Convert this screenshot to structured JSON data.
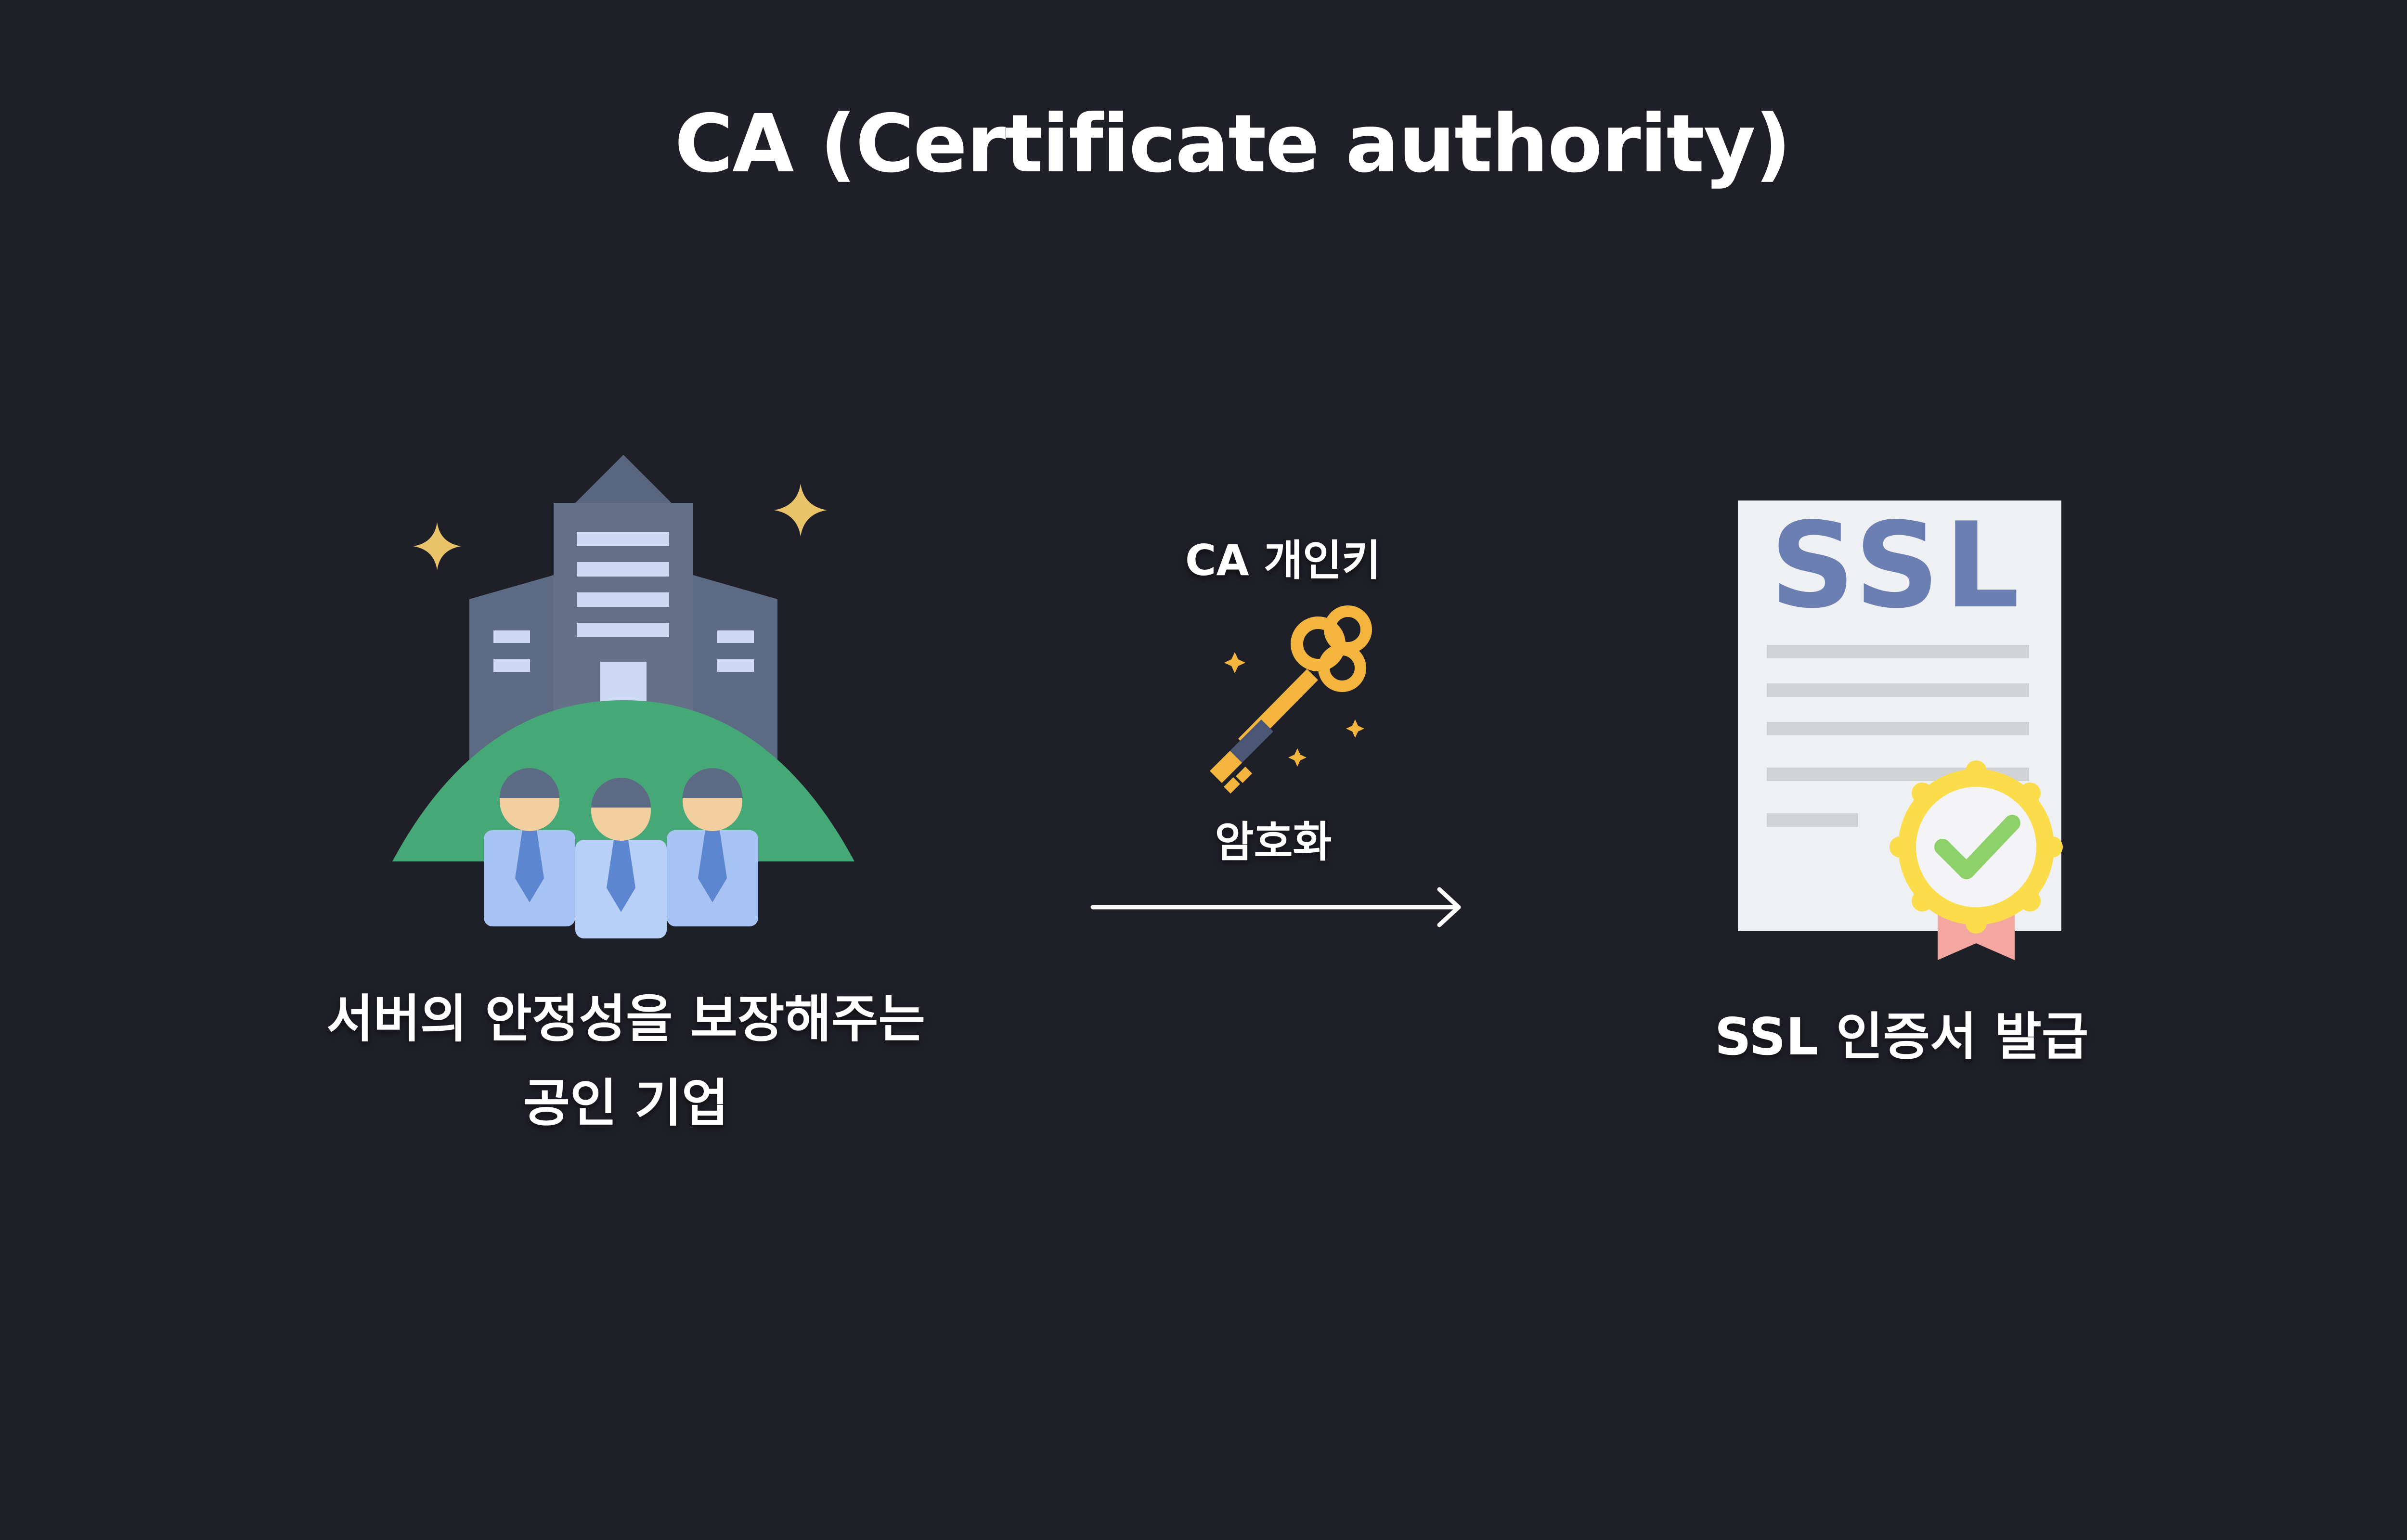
{
  "title": "CA (Certificate authority)",
  "company": {
    "caption_line1": "서버의 안정성을 보장해주는",
    "caption_line2": "공인 기업"
  },
  "process": {
    "key_label": "CA 개인키",
    "action_label": "암호화"
  },
  "certificate": {
    "logo_text": "SSL",
    "caption": "SSL 인증서 발급"
  },
  "colors": {
    "background": "#1f1f28",
    "building": "#5d6a83",
    "hill": "#46a877",
    "sparkle": "#e8c36a",
    "ssl_logo": "#6b7fb3",
    "badge": "#fbdd4b",
    "check": "#8ed06a",
    "ribbon": "#f3a7a0",
    "key": "#f4b53f"
  }
}
